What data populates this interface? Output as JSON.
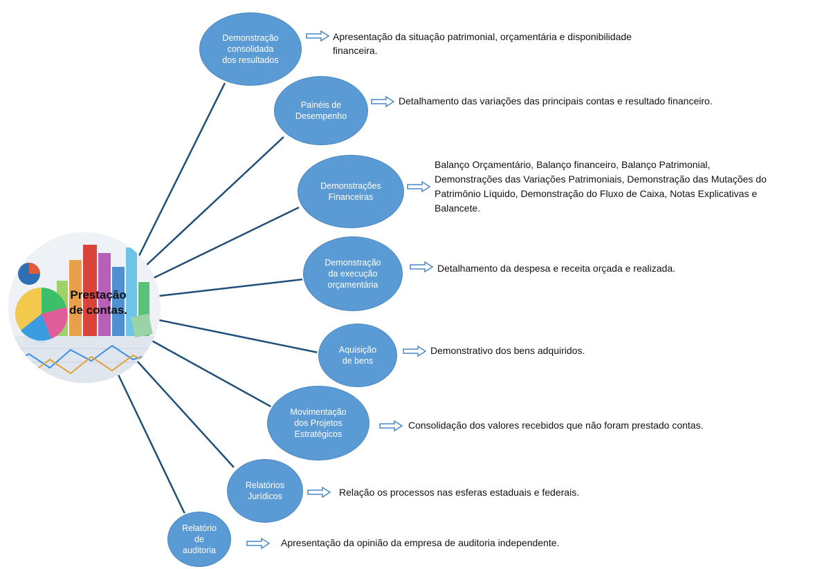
{
  "hub": {
    "title": "Prestação\nde contas."
  },
  "colors": {
    "node_fill": "#5b9bd5",
    "connector": "#1f4e79",
    "arrow": "#4a86c8"
  },
  "branches": [
    {
      "label": "Demonstração\nconsolidada\ndos resultados",
      "description": "Apresentação da situação patrimonial, orçamentária e disponibilidade\nfinanceira."
    },
    {
      "label": "Painéis de\nDesempenho",
      "description": "Detalhamento das variações das principais contas e resultado financeiro."
    },
    {
      "label": "Demonstrações\nFinanceiras",
      "description": "Balanço Orçamentário, Balanço financeiro, Balanço Patrimonial,\nDemonstrações das Variações Patrimoniais, Demonstração das Mutações do\nPatrimônio Líquido, Demonstração do Fluxo de Caixa, Notas Explicativas e\nBalancete."
    },
    {
      "label": "Demonstração\nda execução\norçamentária",
      "description": "Detalhamento da despesa e receita orçada e realizada."
    },
    {
      "label": "Aquisição\nde bens",
      "description": "Demonstrativo dos bens adquiridos."
    },
    {
      "label": "Movimentação\ndos Projetos\nEstratégicos",
      "description": "Consolidação dos valores recebidos que não foram prestado contas."
    },
    {
      "label": "Relatórios\nJurídicos",
      "description": "Relação os processos nas esferas estaduais e federais."
    },
    {
      "label": "Relatório\nde\nauditoria",
      "description": "Apresentação da opinião da empresa de auditoria independente."
    }
  ]
}
